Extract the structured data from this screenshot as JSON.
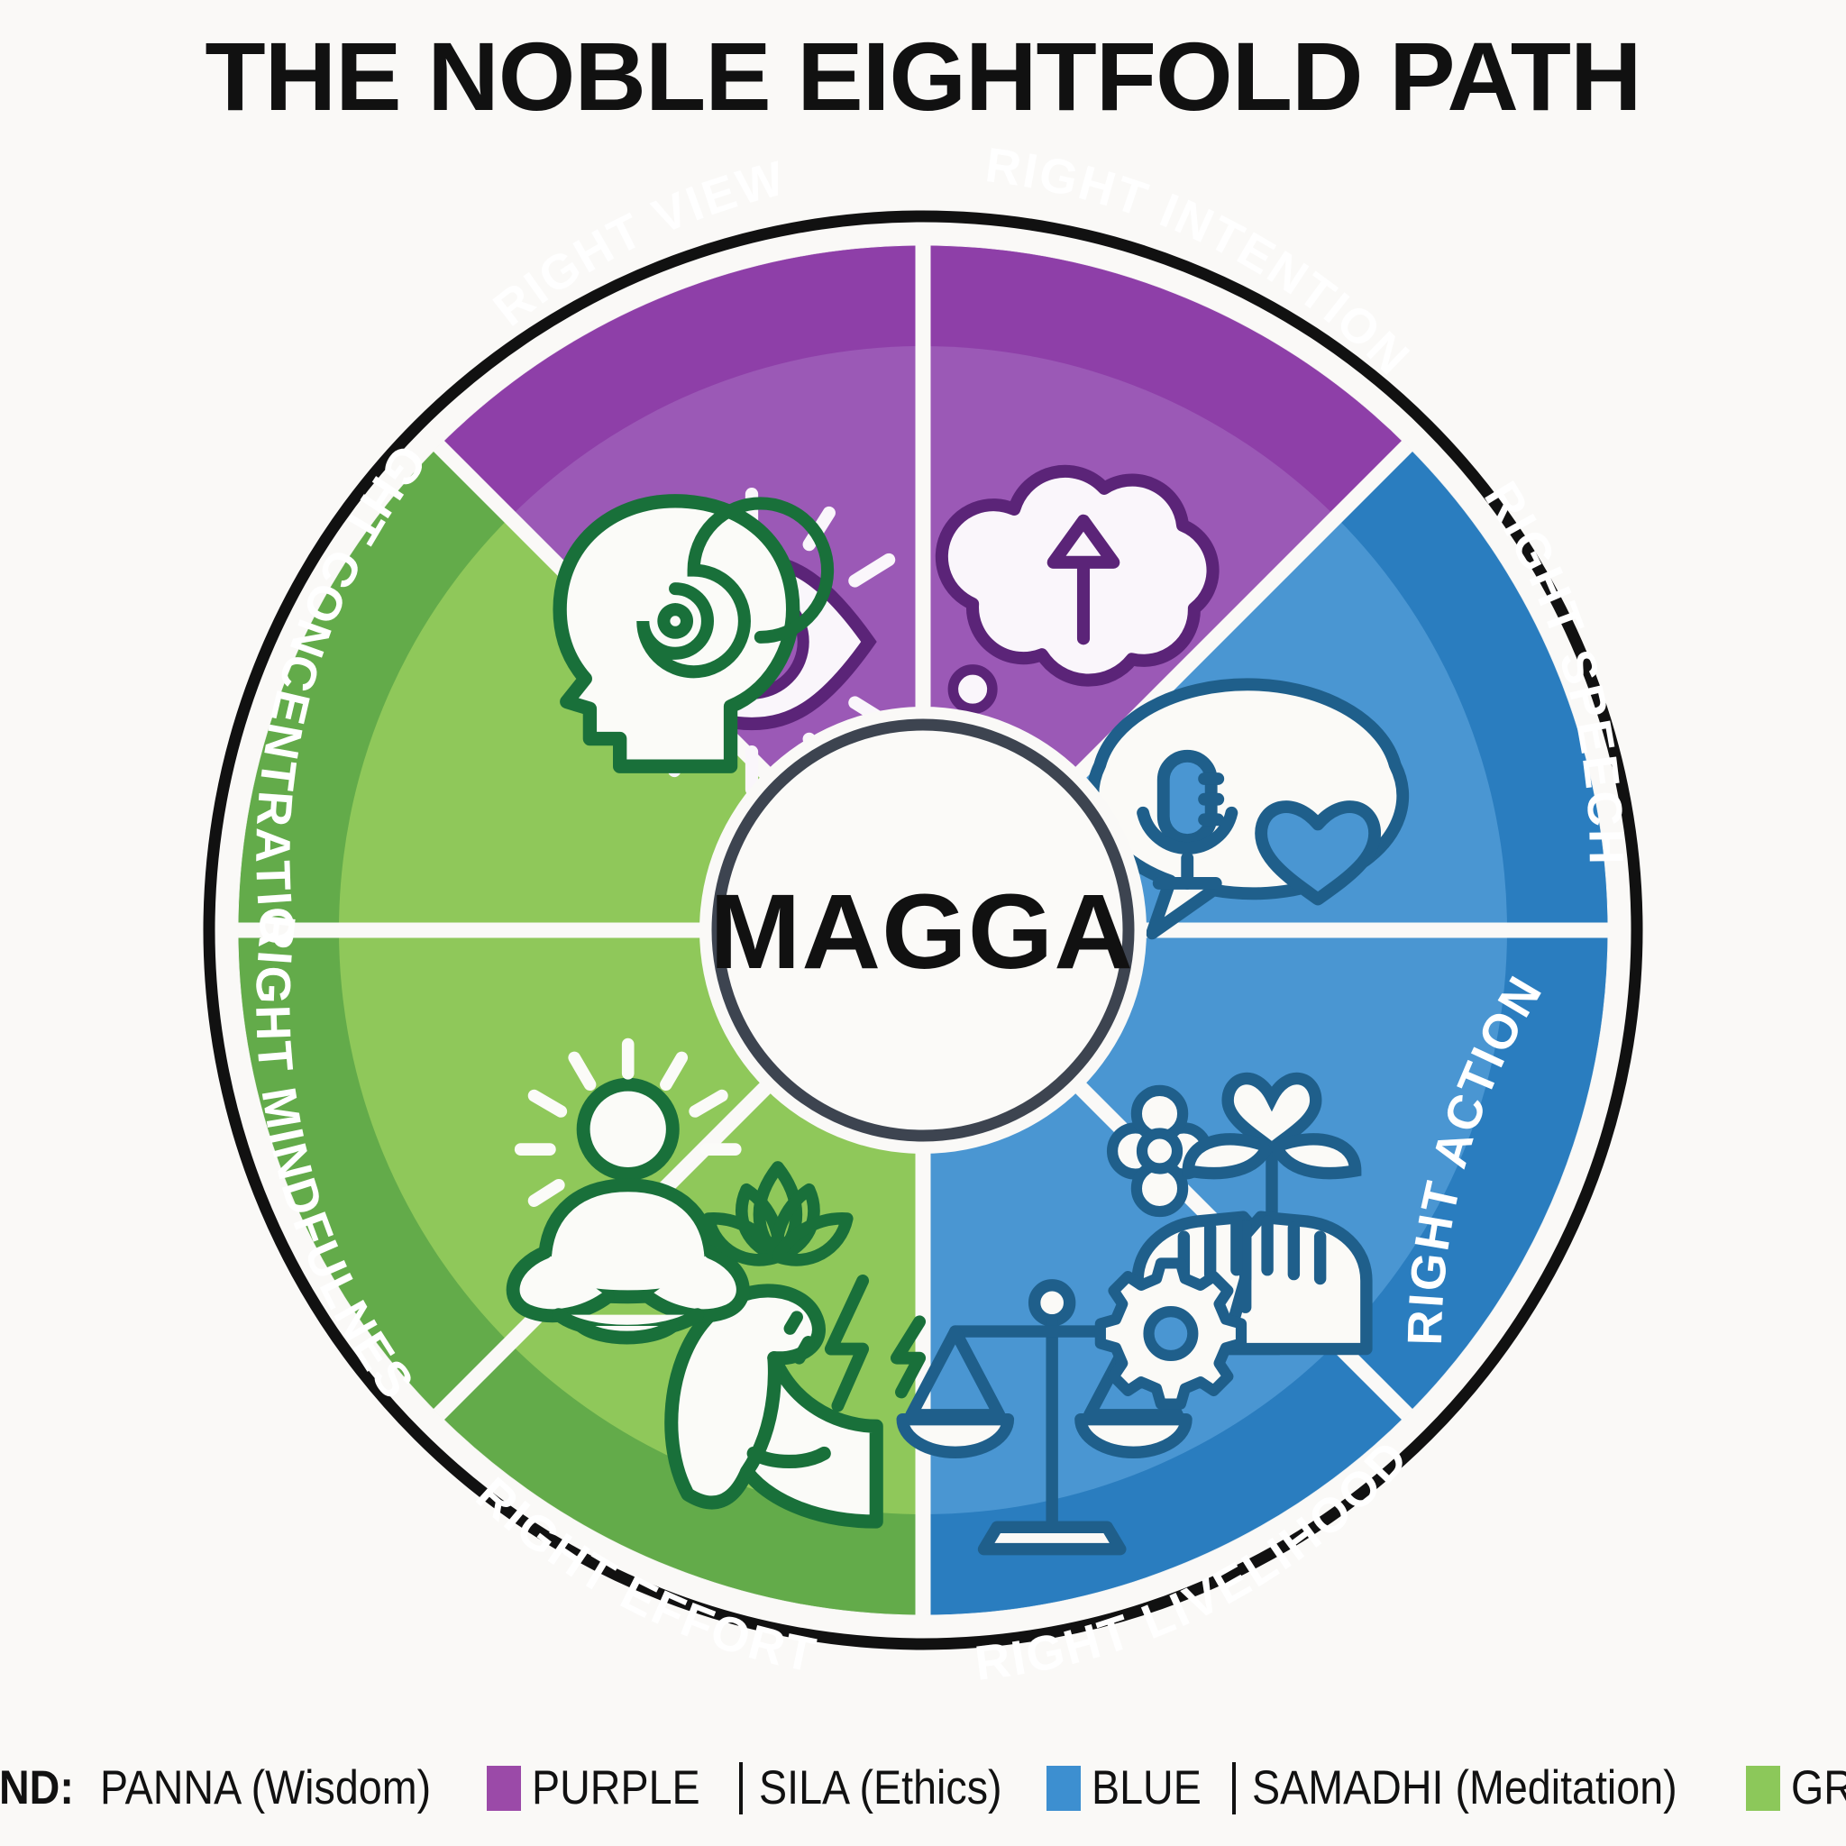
{
  "title": "THE NOBLE EIGHTFOLD PATH",
  "center": {
    "word": "MAGGA"
  },
  "colors": {
    "background": "#faf9f7",
    "outer_ring": "#111111",
    "center_ring": "#3d4450",
    "purple_light": "#9b59b6",
    "purple_dark": "#8e3fa8",
    "blue_light": "#4a96d2",
    "blue_dark": "#2a7dbf",
    "green_light": "#8fc85a",
    "green_dark": "#63ab4a",
    "icon_purple": "#5b2478",
    "icon_blue": "#1f5f8b",
    "icon_green": "#19703a",
    "text_white": "#ffffff",
    "text_black": "#111111"
  },
  "segments": [
    {
      "id": "right-view",
      "label": "RIGHT VIEW",
      "group": "panna",
      "icon": "eye-icon",
      "band": "#8e3fa8",
      "fill": "#9b59b6",
      "icon_color": "#5b2478"
    },
    {
      "id": "right-intention",
      "label": "RIGHT INTENTION",
      "group": "panna",
      "icon": "thought-cloud-arrow-icon",
      "band": "#8e3fa8",
      "fill": "#9b59b6",
      "icon_color": "#5b2478"
    },
    {
      "id": "right-speech",
      "label": "RIGHT SPEECH",
      "group": "sila",
      "icon": "speech-bubble-mic-heart-icon",
      "band": "#2a7dbf",
      "fill": "#4a96d2",
      "icon_color": "#1f5f8b"
    },
    {
      "id": "right-action",
      "label": "RIGHT ACTION",
      "group": "sila",
      "icon": "handshake-plant-icon",
      "band": "#2a7dbf",
      "fill": "#4a96d2",
      "icon_color": "#1f5f8b"
    },
    {
      "id": "right-livelihood",
      "label": "RIGHT LIVELIHOOD",
      "group": "sila",
      "icon": "scales-gear-icon",
      "band": "#2a7dbf",
      "fill": "#4a96d2",
      "icon_color": "#1f5f8b"
    },
    {
      "id": "right-effort",
      "label": "RIGHT EFFORT",
      "group": "samadhi",
      "icon": "flexed-arm-bolt-icon",
      "band": "#63ab4a",
      "fill": "#8fc85a",
      "icon_color": "#19703a"
    },
    {
      "id": "right-mindfulness",
      "label": "RIGHT MINDFULNESS",
      "group": "samadhi",
      "icon": "meditating-person-lotus-icon",
      "band": "#63ab4a",
      "fill": "#8fc85a",
      "icon_color": "#19703a"
    },
    {
      "id": "right-concentration",
      "label": "RIGHT CONCENTRATION",
      "group": "samadhi",
      "icon": "head-spiral-icon",
      "band": "#63ab4a",
      "fill": "#8fc85a",
      "icon_color": "#19703a"
    }
  ],
  "legend": {
    "heading": "LEGEND:",
    "items": [
      {
        "name": "PANNA (Wisdom)",
        "swatch": "#9b4aa8",
        "color_name": "PURPLE"
      },
      {
        "name": "SILA (Ethics)",
        "swatch": "#3d8fd0",
        "color_name": "BLUE"
      },
      {
        "name": "SAMADHI (Meditation)",
        "swatch": "#8cc85a",
        "color_name": "GREEN"
      }
    ],
    "separator": "|"
  }
}
